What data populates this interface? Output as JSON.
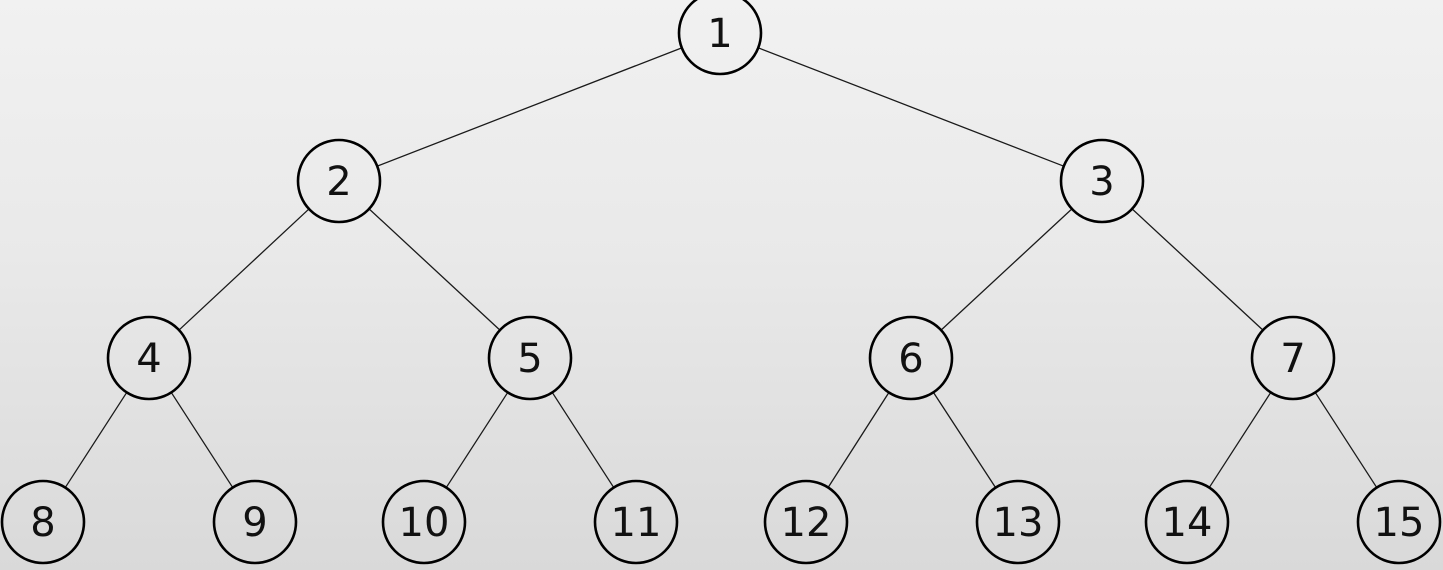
{
  "tree": {
    "nodes": [
      {
        "id": "n1",
        "label": "1"
      },
      {
        "id": "n2",
        "label": "2"
      },
      {
        "id": "n3",
        "label": "3"
      },
      {
        "id": "n4",
        "label": "4"
      },
      {
        "id": "n5",
        "label": "5"
      },
      {
        "id": "n6",
        "label": "6"
      },
      {
        "id": "n7",
        "label": "7"
      },
      {
        "id": "n8",
        "label": "8"
      },
      {
        "id": "n9",
        "label": "9"
      },
      {
        "id": "n10",
        "label": "10"
      },
      {
        "id": "n11",
        "label": "11"
      },
      {
        "id": "n12",
        "label": "12"
      },
      {
        "id": "n13",
        "label": "13"
      },
      {
        "id": "n14",
        "label": "14"
      },
      {
        "id": "n15",
        "label": "15"
      }
    ],
    "edges": [
      {
        "from": "n1",
        "to": "n2"
      },
      {
        "from": "n1",
        "to": "n3"
      },
      {
        "from": "n2",
        "to": "n4"
      },
      {
        "from": "n2",
        "to": "n5"
      },
      {
        "from": "n3",
        "to": "n6"
      },
      {
        "from": "n3",
        "to": "n7"
      },
      {
        "from": "n4",
        "to": "n8"
      },
      {
        "from": "n4",
        "to": "n9"
      },
      {
        "from": "n5",
        "to": "n10"
      },
      {
        "from": "n5",
        "to": "n11"
      },
      {
        "from": "n6",
        "to": "n12"
      },
      {
        "from": "n6",
        "to": "n13"
      },
      {
        "from": "n7",
        "to": "n14"
      },
      {
        "from": "n7",
        "to": "n15"
      }
    ]
  },
  "colors": {
    "node_stroke": "#000000",
    "edge_stroke": "#1a1a1a",
    "label_text": "#111111"
  }
}
